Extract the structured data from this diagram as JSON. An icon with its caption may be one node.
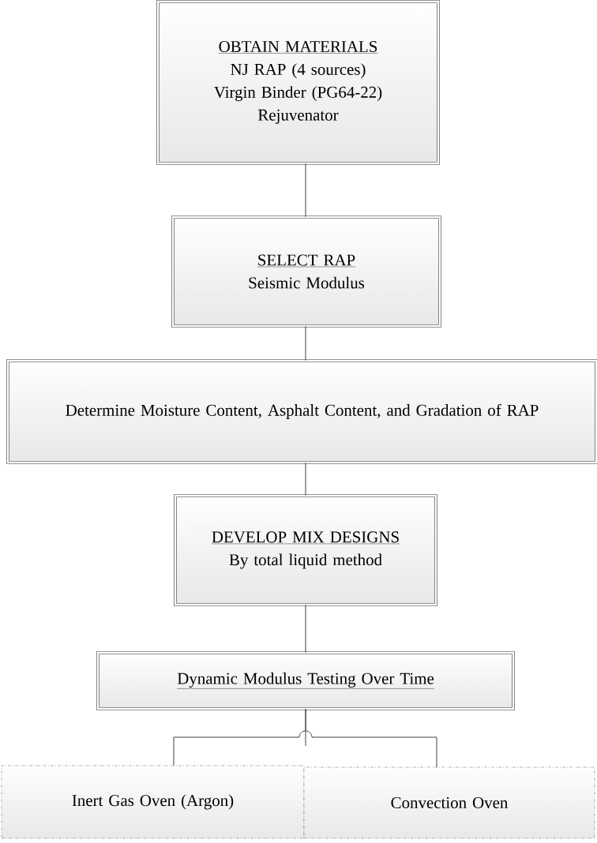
{
  "diagram": {
    "nodes": [
      {
        "text": [
          "OBTAIN MATERIALS",
          "NJ RAP (4 sources)",
          "Virgin Binder (PG64-22)",
          "Rejuvenator"
        ]
      },
      {
        "text": [
          "SELECT RAP",
          "Seismic Modulus"
        ]
      },
      {
        "text": [
          "Determine Moisture Content, Asphalt Content, and Gradation of RAP"
        ]
      },
      {
        "text": [
          "DEVELOP MIX DESIGNS",
          "By total liquid method"
        ]
      },
      {
        "text": [
          "Dynamic Modulus Testing Over Time"
        ]
      },
      {
        "text": [
          "Inert Gas Oven (Argon)"
        ]
      },
      {
        "text": [
          "Convection Oven"
        ]
      }
    ],
    "edges": [
      {
        "from": 0,
        "to": 1,
        "arrow": "none"
      },
      {
        "from": 1,
        "to": 2,
        "arrow": "none"
      },
      {
        "from": 2,
        "to": 3,
        "arrow": "none"
      },
      {
        "from": 3,
        "to": 4,
        "arrow": "none"
      },
      {
        "from": 4,
        "to": 5,
        "arrow": "none"
      },
      {
        "from": 4,
        "to": 6,
        "arrow": "none"
      }
    ]
  }
}
